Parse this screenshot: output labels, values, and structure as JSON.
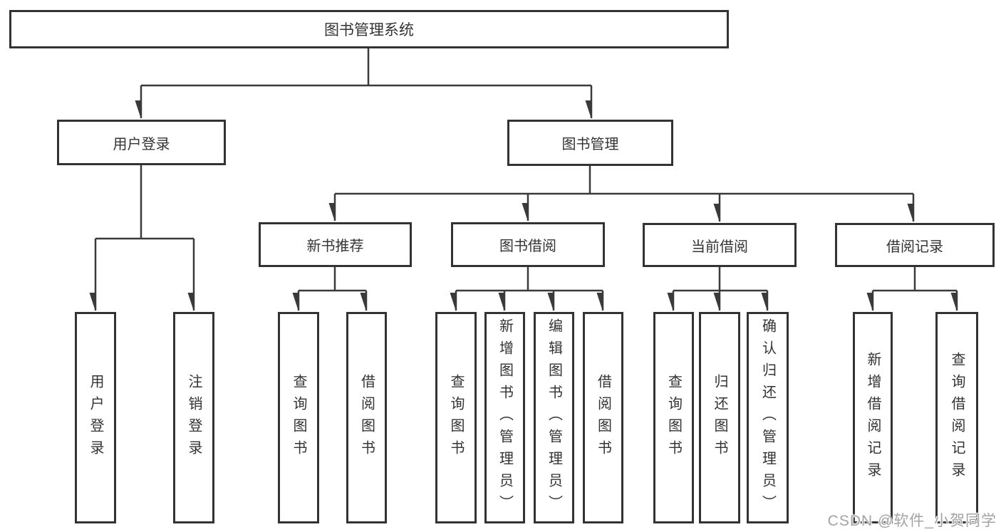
{
  "page": {
    "watermark": "CSDN @软件_小贺同学"
  },
  "colors": {
    "background": "#ffffff",
    "box_border": "#333333",
    "line": "#3a3a3a",
    "text": "#333333",
    "watermark_text": "#a3a3a3"
  },
  "nodes": {
    "root": {
      "label": "图书管理系统"
    },
    "login": {
      "label": "用户登录"
    },
    "mgmt": {
      "label": "图书管理"
    },
    "rec": {
      "label": "新书推荐"
    },
    "borrow": {
      "label": "图书借阅"
    },
    "cur": {
      "label": "当前借阅"
    },
    "hist": {
      "label": "借阅记录"
    },
    "leaf_login": {
      "label": "用户登录"
    },
    "leaf_logout": {
      "label": "注销登录"
    },
    "rec_query": {
      "label": "查询图书"
    },
    "rec_borrow": {
      "label": "借阅图书"
    },
    "bb_query": {
      "label": "查询图书"
    },
    "bb_add": {
      "label": "新增图书（管理员）"
    },
    "bb_edit": {
      "label": "编辑图书（管理员）"
    },
    "bb_borrow": {
      "label": "借阅图书"
    },
    "cb_query": {
      "label": "查询图书"
    },
    "cb_return": {
      "label": "归还图书"
    },
    "cb_confirm": {
      "label": "确认归还（管理员）"
    },
    "br_add": {
      "label": "新增借阅记录"
    },
    "br_query": {
      "label": "查询借阅记录"
    }
  },
  "hierarchy": [
    {
      "parent": "图书管理系统",
      "children": [
        "用户登录",
        "图书管理"
      ]
    },
    {
      "parent": "用户登录",
      "children": [
        "用户登录",
        "注销登录"
      ]
    },
    {
      "parent": "图书管理",
      "children": [
        "新书推荐",
        "图书借阅",
        "当前借阅",
        "借阅记录"
      ]
    },
    {
      "parent": "新书推荐",
      "children": [
        "查询图书",
        "借阅图书"
      ]
    },
    {
      "parent": "图书借阅",
      "children": [
        "查询图书",
        "新增图书（管理员）",
        "编辑图书（管理员）",
        "借阅图书"
      ]
    },
    {
      "parent": "当前借阅",
      "children": [
        "查询图书",
        "归还图书",
        "确认归还（管理员）"
      ]
    },
    {
      "parent": "借阅记录",
      "children": [
        "新增借阅记录",
        "查询借阅记录"
      ]
    }
  ]
}
